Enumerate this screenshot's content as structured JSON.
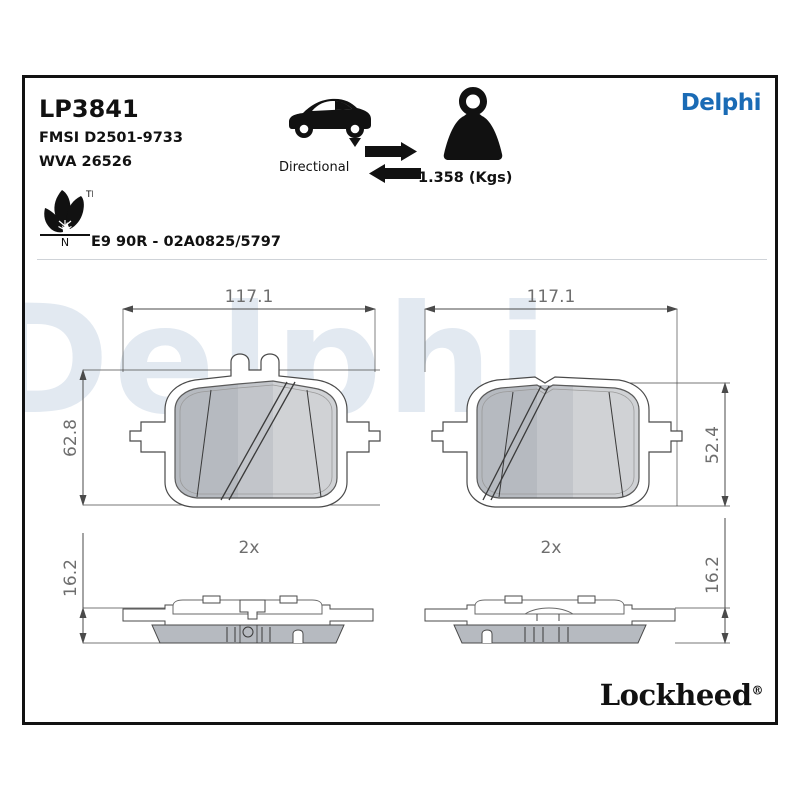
{
  "brand": {
    "primary_logo": "Delphi",
    "secondary_logo": "Lockheed",
    "registered_mark": "®",
    "accent_color": "#1a6bb5",
    "watermark_text": "Delphi"
  },
  "header": {
    "part_number": "LP3841",
    "fmsi": "FMSI D2501-9733",
    "wva": "WVA 26526",
    "ece_approval": "E9 90R - 02A0825/5797",
    "directional_label": "Directional",
    "weight_label": "1.358 (Kgs)",
    "icons": {
      "car": "car-rear-axle-icon",
      "arrows": "directional-arrows-icon",
      "weight": "weight-kettlebell-icon",
      "eco": "eco-leaf-icon",
      "eco_letter": "N",
      "trademark": "™"
    }
  },
  "drawings": {
    "left_pad": {
      "name": "left-brake-pad",
      "width_dim": "117.1",
      "height_dim": "62.8",
      "thickness_dim": "16.2",
      "quantity": "2x"
    },
    "right_pad": {
      "name": "right-brake-pad",
      "width_dim": "117.1",
      "height_dim": "52.4",
      "thickness_dim": "16.2",
      "quantity": "2x"
    }
  },
  "colors": {
    "friction_dark": "#b6bac0",
    "friction_light": "#d0d2d5",
    "outline": "#4a4a4a",
    "dimension_text": "#6e6e6e",
    "watermark": "#e2e9f1",
    "frame": "#111111"
  }
}
